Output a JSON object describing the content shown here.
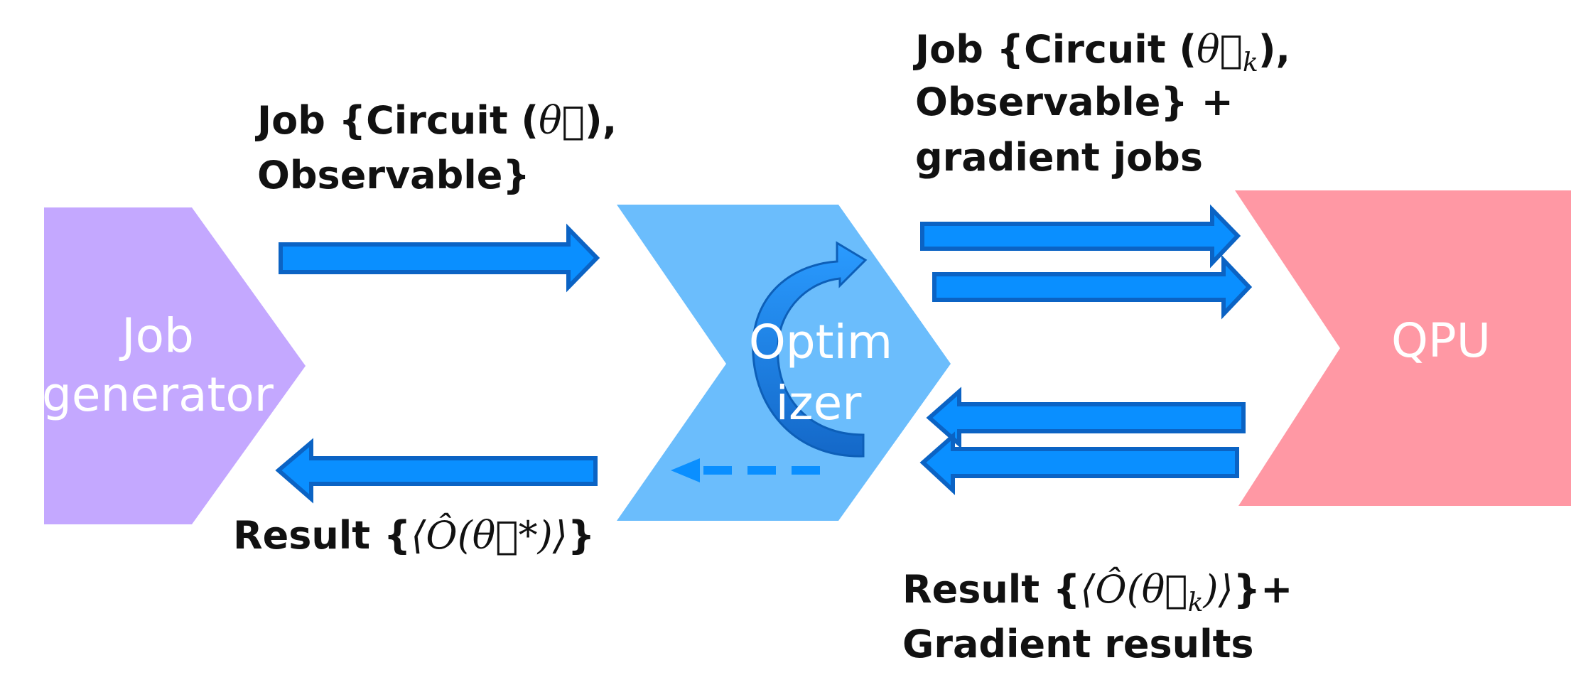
{
  "nodes": {
    "job_generator": {
      "line1": "Job",
      "line2": "generator",
      "color": "#c4a8ff"
    },
    "optimizer": {
      "line1": "Optim",
      "line2": "izer",
      "color": "#6bbdfc"
    },
    "qpu": {
      "line1": "QPU",
      "color": "#ff98a4"
    }
  },
  "edges": {
    "job_to_optimizer": {
      "line1_prefix": "Job {Circuit (",
      "line1_math": "θ⃗",
      "line1_suffix": "),",
      "line2": "Observable}"
    },
    "optimizer_to_qpu": {
      "line1_prefix": "Job {Circuit (",
      "line1_math": "θ⃗",
      "line1_sub": "k",
      "line1_suffix": "),",
      "line2": "Observable} +",
      "line3": "gradient jobs"
    },
    "optimizer_to_job": {
      "prefix": "Result {",
      "math": "⟨Ô(θ⃗*)⟩",
      "suffix": "}"
    },
    "qpu_to_optimizer": {
      "line1_prefix": "Result {",
      "line1_math": "⟨Ô(θ⃗",
      "line1_sub": "k",
      "line1_math_end": ")⟩",
      "line1_suffix": "}+",
      "line2": "Gradient results"
    }
  },
  "colors": {
    "arrow_fill": "#0a8fff",
    "arrow_stroke": "#0b63c4",
    "loop_arrow": "#1f8ef2"
  }
}
